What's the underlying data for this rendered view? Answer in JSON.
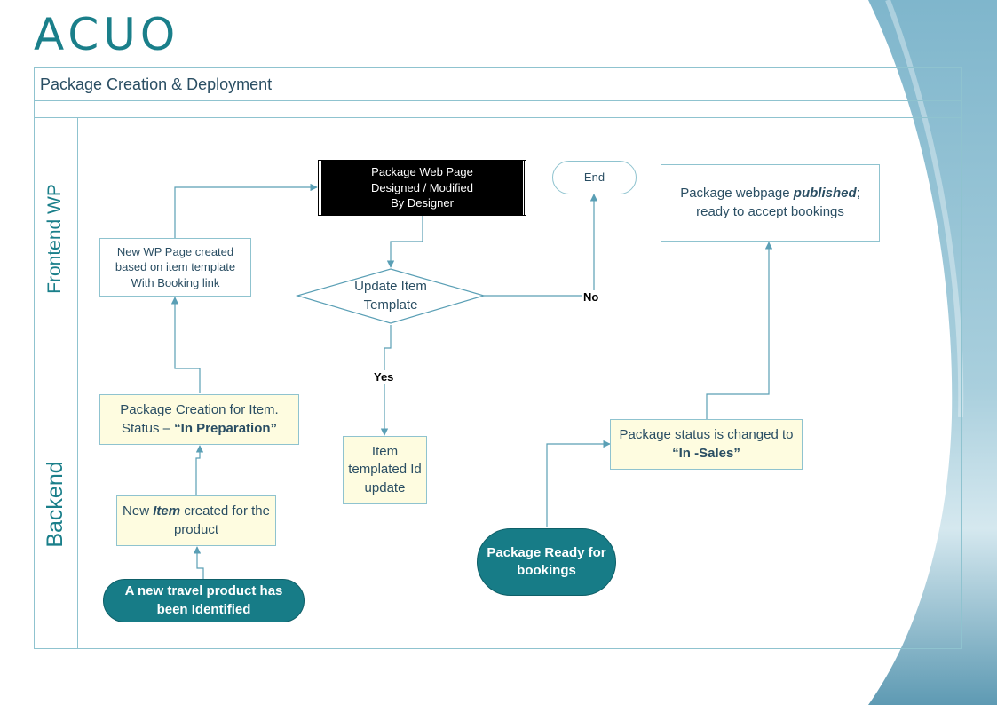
{
  "logo": {
    "text": "ACUO"
  },
  "title": "Package Creation & Deployment",
  "lanes": {
    "frontend": "Frontend WP",
    "backend": "Backend"
  },
  "nodes": {
    "start_pill": "A new travel product has been Identified",
    "new_item": {
      "pre": "New ",
      "em": "Item",
      "post": " created for the product"
    },
    "package_creation": {
      "line1": "Package Creation for Item.",
      "pre": "Status – ",
      "bold": "“In Preparation”"
    },
    "new_wp_page": "New WP Page created based on item template With Booking link",
    "web_page_designed": "Package Web Page Designed / Modified By Designer",
    "decision": "Update Item Template",
    "end": "End",
    "item_templated": "Item templated Id update",
    "ready_pill": "Package Ready for bookings",
    "status_changed": {
      "pre": "Package status is changed to ",
      "bold": "“In -Sales”"
    },
    "published": {
      "pre": "Package webpage ",
      "em": "published",
      "post": "; ready to accept bookings"
    }
  },
  "edge_labels": {
    "no": "No",
    "yes": "Yes"
  },
  "colors": {
    "accent": "#1a7f8a",
    "pill_fill": "#177c87",
    "box_yellow": "#fefce0",
    "line": "#5a9fb5",
    "border": "#8fc3cf",
    "text": "#2a4e63"
  }
}
